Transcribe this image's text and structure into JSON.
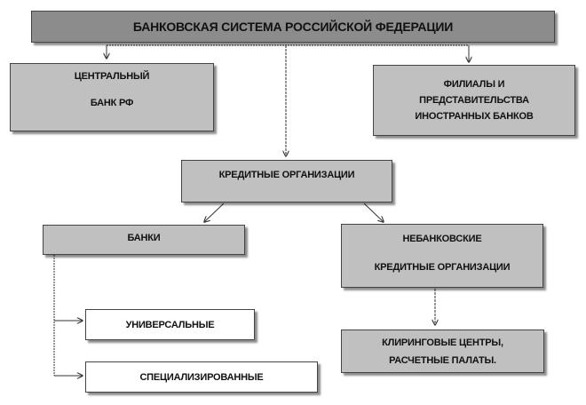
{
  "diagram": {
    "root": "БАНКОВСКАЯ СИСТЕМА РОССИЙСКОЙ ФЕДЕРАЦИИ",
    "central_bank": {
      "line1": "ЦЕНТРАЛЬНЫЙ",
      "line2": "БАНК РФ"
    },
    "foreign": {
      "line1": "ФИЛИАЛЫ И",
      "line2": "ПРЕДСТАВИТЕЛЬСТВА",
      "line3": "ИНОСТРАННЫХ БАНКОВ"
    },
    "credit_orgs": "КРЕДИТНЫЕ ОРГАНИЗАЦИИ",
    "banks": "БАНКИ",
    "nonbank": {
      "line1": "НЕБАНКОВСКИЕ",
      "line2": "КРЕДИТНЫЕ ОРГАНИЗАЦИИ"
    },
    "universal": "УНИВЕРСАЛЬНЫЕ",
    "specialized": "СПЕЦИАЛИЗИРОВАННЫЕ",
    "clearing": {
      "line1": "КЛИРИНГОВЫЕ ЦЕНТРЫ,",
      "line2": "РАСЧЕТНЫЕ ПАЛАТЫ."
    }
  },
  "colors": {
    "root_fill": "#8c8c8c",
    "box_fill": "#c0c0c0",
    "leaf_fill": "#ffffff",
    "line": "#333333"
  }
}
